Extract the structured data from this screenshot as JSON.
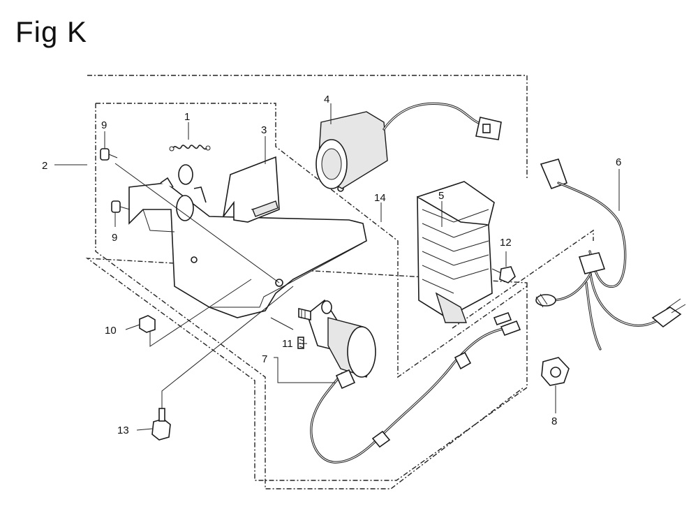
{
  "figure": {
    "title": "Fig K"
  },
  "callouts": {
    "c1": "1",
    "c2": "2",
    "c3": "3",
    "c4": "4",
    "c5": "5",
    "c6": "6",
    "c7": "7",
    "c8": "8",
    "c9a": "9",
    "c9b": "9",
    "c10": "10",
    "c11": "11",
    "c12": "12",
    "c13": "13",
    "c14": "14"
  }
}
